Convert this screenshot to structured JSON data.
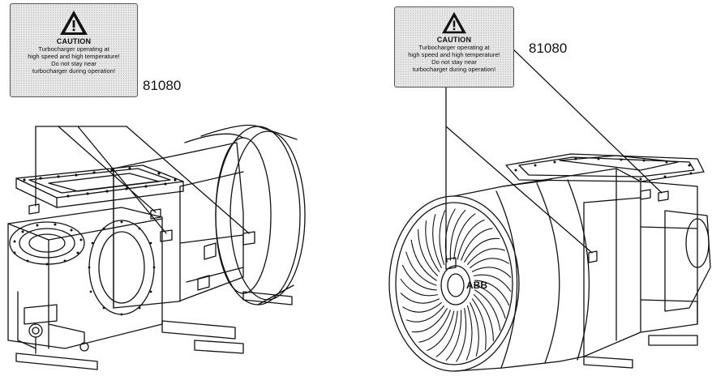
{
  "labels": [
    {
      "caution_title": "CAUTION",
      "line1": "Turbocharger operating at",
      "line2": "high speed and high temperature!",
      "line3": "Do not stay near",
      "line4": "turbocharger during operation!",
      "part_number": "81080"
    },
    {
      "caution_title": "CAUTION",
      "line1": "Turbocharger operating at",
      "line2": "high speed and high temperature!",
      "line3": "Do not stay near",
      "line4": "turbocharger during operation!",
      "part_number": "81080"
    }
  ],
  "icons": {
    "warning": "warning-triangle-icon"
  },
  "colors": {
    "line": "#111111",
    "label_bg": "#e6e6e6"
  }
}
